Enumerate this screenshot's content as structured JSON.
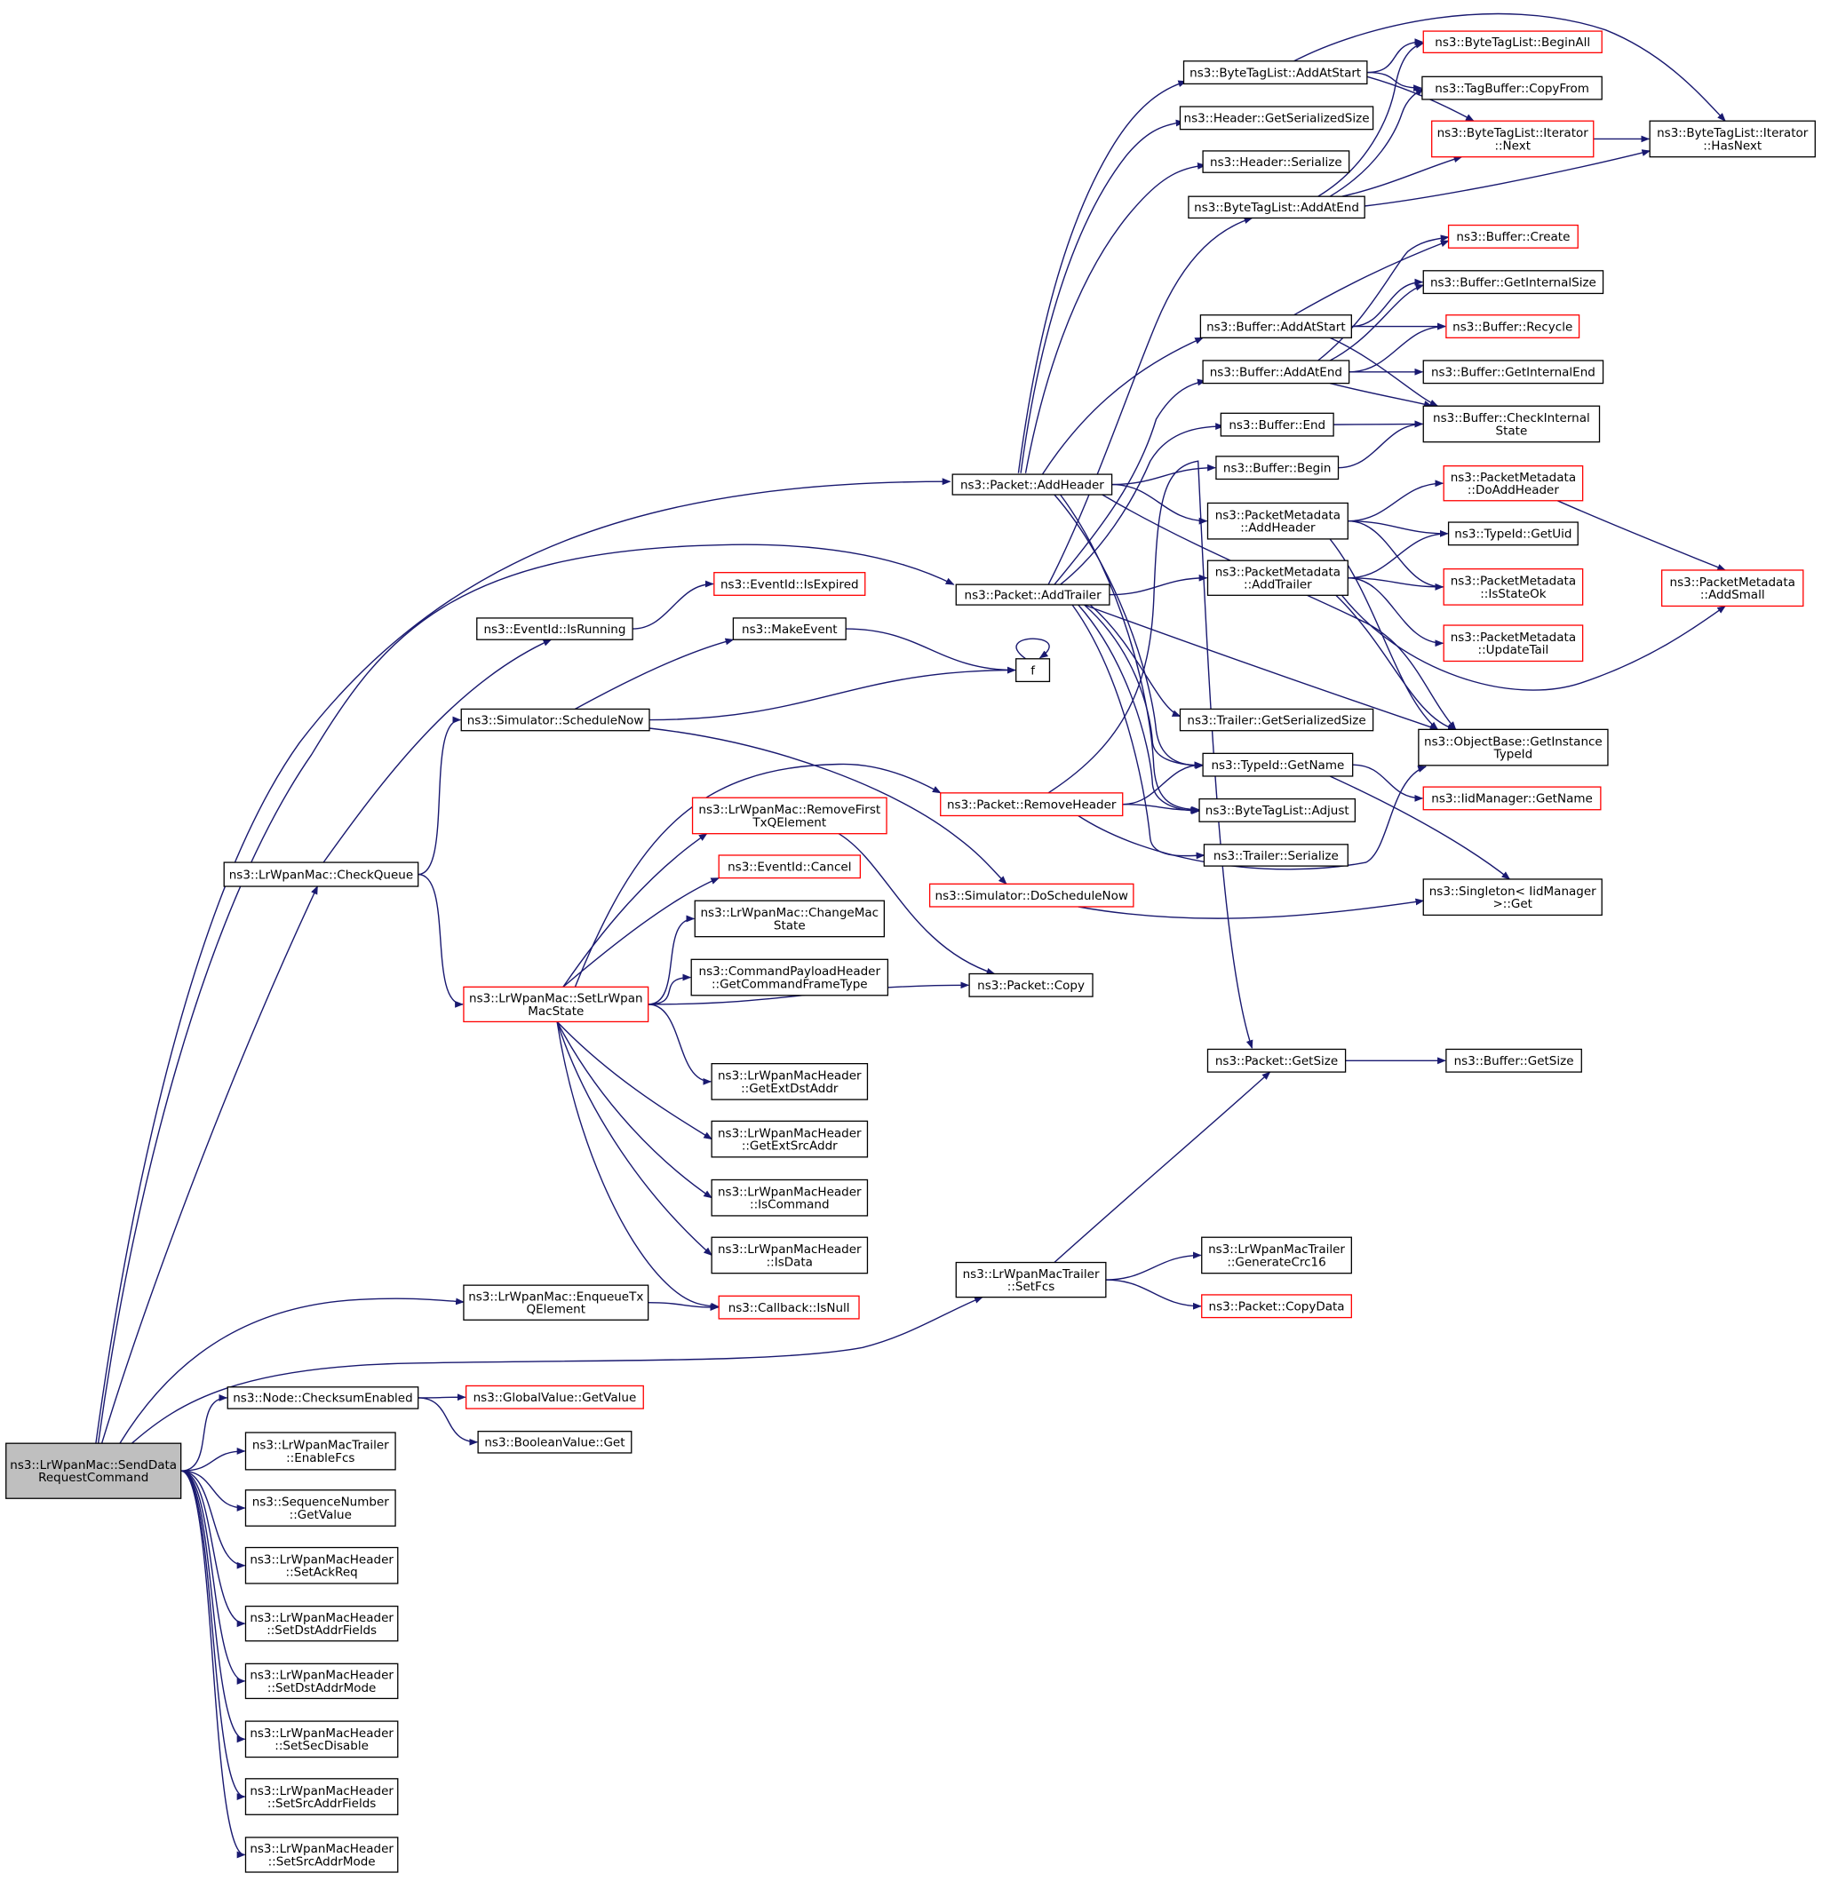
{
  "colors": {
    "edge": "#191970",
    "border_normal": "#000000",
    "border_truncated": "#ff0000",
    "root_fill": "#bfbfbf",
    "node_fill": "#ffffff"
  },
  "nodes": [
    {
      "id": "root",
      "lines": [
        "ns3::LrWpanMac::SendData",
        "RequestCommand"
      ],
      "kind": "root"
    },
    {
      "id": "add_header",
      "lines": [
        "ns3::Packet::AddHeader"
      ],
      "kind": "normal"
    },
    {
      "id": "add_trailer",
      "lines": [
        "ns3::Packet::AddTrailer"
      ],
      "kind": "normal"
    },
    {
      "id": "check_queue",
      "lines": [
        "ns3::LrWpanMac::CheckQueue"
      ],
      "kind": "normal"
    },
    {
      "id": "enqueue",
      "lines": [
        "ns3::LrWpanMac::EnqueueTx",
        "QElement"
      ],
      "kind": "normal"
    },
    {
      "id": "set_fcs",
      "lines": [
        "ns3::LrWpanMacTrailer",
        "::SetFcs"
      ],
      "kind": "normal"
    },
    {
      "id": "checksum",
      "lines": [
        "ns3::Node::ChecksumEnabled"
      ],
      "kind": "normal"
    },
    {
      "id": "enable_fcs",
      "lines": [
        "ns3::LrWpanMacTrailer",
        "::EnableFcs"
      ],
      "kind": "normal"
    },
    {
      "id": "seq_getvalue",
      "lines": [
        "ns3::SequenceNumber",
        "::GetValue"
      ],
      "kind": "normal"
    },
    {
      "id": "set_ackreq",
      "lines": [
        "ns3::LrWpanMacHeader",
        "::SetAckReq"
      ],
      "kind": "normal"
    },
    {
      "id": "set_dstaddrfields",
      "lines": [
        "ns3::LrWpanMacHeader",
        "::SetDstAddrFields"
      ],
      "kind": "normal"
    },
    {
      "id": "set_dstaddrmode",
      "lines": [
        "ns3::LrWpanMacHeader",
        "::SetDstAddrMode"
      ],
      "kind": "normal"
    },
    {
      "id": "set_secdisable",
      "lines": [
        "ns3::LrWpanMacHeader",
        "::SetSecDisable"
      ],
      "kind": "normal"
    },
    {
      "id": "set_srcaddrfields",
      "lines": [
        "ns3::LrWpanMacHeader",
        "::SetSrcAddrFields"
      ],
      "kind": "normal"
    },
    {
      "id": "set_srcaddrmode",
      "lines": [
        "ns3::LrWpanMacHeader",
        "::SetSrcAddrMode"
      ],
      "kind": "normal"
    },
    {
      "id": "global_getvalue",
      "lines": [
        "ns3::GlobalValue::GetValue"
      ],
      "kind": "truncated"
    },
    {
      "id": "boolean_get",
      "lines": [
        "ns3::BooleanValue::Get"
      ],
      "kind": "normal"
    },
    {
      "id": "callback_isnull",
      "lines": [
        "ns3::Callback::IsNull"
      ],
      "kind": "truncated"
    },
    {
      "id": "eventid_isrunning",
      "lines": [
        "ns3::EventId::IsRunning"
      ],
      "kind": "normal"
    },
    {
      "id": "eventid_isexpired",
      "lines": [
        "ns3::EventId::IsExpired"
      ],
      "kind": "truncated"
    },
    {
      "id": "schedule_now",
      "lines": [
        "ns3::Simulator::ScheduleNow"
      ],
      "kind": "normal"
    },
    {
      "id": "make_event",
      "lines": [
        "ns3::MakeEvent"
      ],
      "kind": "normal"
    },
    {
      "id": "f",
      "lines": [
        "f"
      ],
      "kind": "normal"
    },
    {
      "id": "do_schedule_now",
      "lines": [
        "ns3::Simulator::DoScheduleNow"
      ],
      "kind": "truncated"
    },
    {
      "id": "set_state",
      "lines": [
        "ns3::LrWpanMac::SetLrWpan",
        "MacState"
      ],
      "kind": "truncated"
    },
    {
      "id": "remove_first",
      "lines": [
        "ns3::LrWpanMac::RemoveFirst",
        "TxQElement"
      ],
      "kind": "truncated"
    },
    {
      "id": "eventid_cancel",
      "lines": [
        "ns3::EventId::Cancel"
      ],
      "kind": "truncated"
    },
    {
      "id": "change_mac_state",
      "lines": [
        "ns3::LrWpanMac::ChangeMac",
        "State"
      ],
      "kind": "normal"
    },
    {
      "id": "cmd_frame_type",
      "lines": [
        "ns3::CommandPayloadHeader",
        "::GetCommandFrameType"
      ],
      "kind": "normal"
    },
    {
      "id": "get_ext_dst",
      "lines": [
        "ns3::LrWpanMacHeader",
        "::GetExtDstAddr"
      ],
      "kind": "normal"
    },
    {
      "id": "get_ext_src",
      "lines": [
        "ns3::LrWpanMacHeader",
        "::GetExtSrcAddr"
      ],
      "kind": "normal"
    },
    {
      "id": "is_command",
      "lines": [
        "ns3::LrWpanMacHeader",
        "::IsCommand"
      ],
      "kind": "normal"
    },
    {
      "id": "is_data",
      "lines": [
        "ns3::LrWpanMacHeader",
        "::IsData"
      ],
      "kind": "normal"
    },
    {
      "id": "remove_header",
      "lines": [
        "ns3::Packet::RemoveHeader"
      ],
      "kind": "truncated"
    },
    {
      "id": "packet_copy",
      "lines": [
        "ns3::Packet::Copy"
      ],
      "kind": "normal"
    },
    {
      "id": "packet_getsize",
      "lines": [
        "ns3::Packet::GetSize"
      ],
      "kind": "normal"
    },
    {
      "id": "buffer_getsize",
      "lines": [
        "ns3::Buffer::GetSize"
      ],
      "kind": "normal"
    },
    {
      "id": "gen_crc16",
      "lines": [
        "ns3::LrWpanMacTrailer",
        "::GenerateCrc16"
      ],
      "kind": "normal"
    },
    {
      "id": "copy_data",
      "lines": [
        "ns3::Packet::CopyData"
      ],
      "kind": "truncated"
    },
    {
      "id": "btl_addatstart",
      "lines": [
        "ns3::ByteTagList::AddAtStart"
      ],
      "kind": "normal"
    },
    {
      "id": "header_getsersize",
      "lines": [
        "ns3::Header::GetSerializedSize"
      ],
      "kind": "normal"
    },
    {
      "id": "header_serialize",
      "lines": [
        "ns3::Header::Serialize"
      ],
      "kind": "normal"
    },
    {
      "id": "btl_addatend",
      "lines": [
        "ns3::ByteTagList::AddAtEnd"
      ],
      "kind": "normal"
    },
    {
      "id": "btl_beginall",
      "lines": [
        "ns3::ByteTagList::BeginAll"
      ],
      "kind": "truncated"
    },
    {
      "id": "tagbuffer_copyfrom",
      "lines": [
        "ns3::TagBuffer::CopyFrom"
      ],
      "kind": "normal"
    },
    {
      "id": "btl_iter_next",
      "lines": [
        "ns3::ByteTagList::Iterator",
        "::Next"
      ],
      "kind": "truncated"
    },
    {
      "id": "btl_iter_hasnext",
      "lines": [
        "ns3::ByteTagList::Iterator",
        "::HasNext"
      ],
      "kind": "normal"
    },
    {
      "id": "buffer_create",
      "lines": [
        "ns3::Buffer::Create"
      ],
      "kind": "truncated"
    },
    {
      "id": "buffer_getinternalsize",
      "lines": [
        "ns3::Buffer::GetInternalSize"
      ],
      "kind": "normal"
    },
    {
      "id": "buffer_addatstart",
      "lines": [
        "ns3::Buffer::AddAtStart"
      ],
      "kind": "normal"
    },
    {
      "id": "buffer_recycle",
      "lines": [
        "ns3::Buffer::Recycle"
      ],
      "kind": "truncated"
    },
    {
      "id": "buffer_addatend",
      "lines": [
        "ns3::Buffer::AddAtEnd"
      ],
      "kind": "normal"
    },
    {
      "id": "buffer_getinternalend",
      "lines": [
        "ns3::Buffer::GetInternalEnd"
      ],
      "kind": "normal"
    },
    {
      "id": "buffer_end",
      "lines": [
        "ns3::Buffer::End"
      ],
      "kind": "normal"
    },
    {
      "id": "buffer_checkinternal",
      "lines": [
        "ns3::Buffer::CheckInternal",
        "State"
      ],
      "kind": "normal"
    },
    {
      "id": "buffer_begin",
      "lines": [
        "ns3::Buffer::Begin"
      ],
      "kind": "normal"
    },
    {
      "id": "pm_addheader",
      "lines": [
        "ns3::PacketMetadata",
        "::AddHeader"
      ],
      "kind": "normal"
    },
    {
      "id": "pm_doaddheader",
      "lines": [
        "ns3::PacketMetadata",
        "::DoAddHeader"
      ],
      "kind": "truncated"
    },
    {
      "id": "typeid_getuid",
      "lines": [
        "ns3::TypeId::GetUid"
      ],
      "kind": "normal"
    },
    {
      "id": "pm_addtrailer",
      "lines": [
        "ns3::PacketMetadata",
        "::AddTrailer"
      ],
      "kind": "normal"
    },
    {
      "id": "pm_isstateok",
      "lines": [
        "ns3::PacketMetadata",
        "::IsStateOk"
      ],
      "kind": "truncated"
    },
    {
      "id": "pm_updatetail",
      "lines": [
        "ns3::PacketMetadata",
        "::UpdateTail"
      ],
      "kind": "truncated"
    },
    {
      "id": "pm_addsmall",
      "lines": [
        "ns3::PacketMetadata",
        "::AddSmall"
      ],
      "kind": "truncated"
    },
    {
      "id": "trailer_getsersize",
      "lines": [
        "ns3::Trailer::GetSerializedSize"
      ],
      "kind": "normal"
    },
    {
      "id": "objectbase_getinstance",
      "lines": [
        "ns3::ObjectBase::GetInstance",
        "TypeId"
      ],
      "kind": "normal"
    },
    {
      "id": "typeid_getname",
      "lines": [
        "ns3::TypeId::GetName"
      ],
      "kind": "normal"
    },
    {
      "id": "iidmanager_getname",
      "lines": [
        "ns3::IidManager::GetName"
      ],
      "kind": "truncated"
    },
    {
      "id": "btl_adjust",
      "lines": [
        "ns3::ByteTagList::Adjust"
      ],
      "kind": "normal"
    },
    {
      "id": "trailer_serialize",
      "lines": [
        "ns3::Trailer::Serialize"
      ],
      "kind": "normal"
    },
    {
      "id": "singleton_get",
      "lines": [
        "ns3::Singleton< IidManager",
        ">::Get"
      ],
      "kind": "normal"
    }
  ],
  "edges": [
    [
      "root",
      "add_header"
    ],
    [
      "root",
      "add_trailer"
    ],
    [
      "root",
      "check_queue"
    ],
    [
      "root",
      "enqueue"
    ],
    [
      "root",
      "set_fcs"
    ],
    [
      "root",
      "checksum"
    ],
    [
      "root",
      "enable_fcs"
    ],
    [
      "root",
      "seq_getvalue"
    ],
    [
      "root",
      "set_ackreq"
    ],
    [
      "root",
      "set_dstaddrfields"
    ],
    [
      "root",
      "set_dstaddrmode"
    ],
    [
      "root",
      "set_secdisable"
    ],
    [
      "root",
      "set_srcaddrfields"
    ],
    [
      "root",
      "set_srcaddrmode"
    ],
    [
      "checksum",
      "global_getvalue"
    ],
    [
      "checksum",
      "boolean_get"
    ],
    [
      "enqueue",
      "callback_isnull"
    ],
    [
      "check_queue",
      "eventid_isrunning"
    ],
    [
      "check_queue",
      "schedule_now"
    ],
    [
      "check_queue",
      "set_state"
    ],
    [
      "eventid_isrunning",
      "eventid_isexpired"
    ],
    [
      "schedule_now",
      "make_event"
    ],
    [
      "schedule_now",
      "f"
    ],
    [
      "schedule_now",
      "do_schedule_now"
    ],
    [
      "make_event",
      "f"
    ],
    [
      "f",
      "f"
    ],
    [
      "set_state",
      "remove_first"
    ],
    [
      "set_state",
      "eventid_cancel"
    ],
    [
      "set_state",
      "change_mac_state"
    ],
    [
      "set_state",
      "cmd_frame_type"
    ],
    [
      "set_state",
      "packet_copy"
    ],
    [
      "set_state",
      "get_ext_dst"
    ],
    [
      "set_state",
      "get_ext_src"
    ],
    [
      "set_state",
      "is_command"
    ],
    [
      "set_state",
      "is_data"
    ],
    [
      "set_state",
      "callback_isnull"
    ],
    [
      "set_state",
      "remove_header"
    ],
    [
      "remove_first",
      "packet_copy"
    ],
    [
      "remove_header",
      "typeid_getname"
    ],
    [
      "remove_header",
      "btl_adjust"
    ],
    [
      "remove_header",
      "objectbase_getinstance"
    ],
    [
      "remove_header",
      "packet_getsize"
    ],
    [
      "set_fcs",
      "packet_getsize"
    ],
    [
      "set_fcs",
      "gen_crc16"
    ],
    [
      "set_fcs",
      "copy_data"
    ],
    [
      "packet_getsize",
      "buffer_getsize"
    ],
    [
      "add_header",
      "btl_addatstart"
    ],
    [
      "add_header",
      "header_getsersize"
    ],
    [
      "add_header",
      "header_serialize"
    ],
    [
      "add_header",
      "buffer_addatstart"
    ],
    [
      "add_header",
      "buffer_begin"
    ],
    [
      "add_header",
      "pm_addheader"
    ],
    [
      "add_header",
      "objectbase_getinstance"
    ],
    [
      "add_header",
      "typeid_getname"
    ],
    [
      "add_header",
      "btl_adjust"
    ],
    [
      "add_trailer",
      "btl_addatend"
    ],
    [
      "add_trailer",
      "buffer_addatend"
    ],
    [
      "add_trailer",
      "buffer_end"
    ],
    [
      "add_trailer",
      "pm_addtrailer"
    ],
    [
      "add_trailer",
      "trailer_getsersize"
    ],
    [
      "add_trailer",
      "objectbase_getinstance"
    ],
    [
      "add_trailer",
      "typeid_getname"
    ],
    [
      "add_trailer",
      "btl_adjust"
    ],
    [
      "add_trailer",
      "trailer_serialize"
    ],
    [
      "btl_addatstart",
      "btl_beginall"
    ],
    [
      "btl_addatstart",
      "tagbuffer_copyfrom"
    ],
    [
      "btl_addatstart",
      "btl_iter_next"
    ],
    [
      "btl_addatstart",
      "btl_iter_hasnext"
    ],
    [
      "btl_addatend",
      "btl_beginall"
    ],
    [
      "btl_addatend",
      "tagbuffer_copyfrom"
    ],
    [
      "btl_addatend",
      "btl_iter_next"
    ],
    [
      "btl_addatend",
      "btl_iter_hasnext"
    ],
    [
      "btl_iter_next",
      "btl_iter_hasnext"
    ],
    [
      "buffer_addatstart",
      "buffer_create"
    ],
    [
      "buffer_addatstart",
      "buffer_getinternalsize"
    ],
    [
      "buffer_addatstart",
      "buffer_recycle"
    ],
    [
      "buffer_addatstart",
      "buffer_checkinternal"
    ],
    [
      "buffer_addatend",
      "buffer_create"
    ],
    [
      "buffer_addatend",
      "buffer_getinternalsize"
    ],
    [
      "buffer_addatend",
      "buffer_recycle"
    ],
    [
      "buffer_addatend",
      "buffer_getinternalend"
    ],
    [
      "buffer_addatend",
      "buffer_checkinternal"
    ],
    [
      "buffer_end",
      "buffer_checkinternal"
    ],
    [
      "buffer_begin",
      "buffer_checkinternal"
    ],
    [
      "pm_addheader",
      "pm_doaddheader"
    ],
    [
      "pm_addheader",
      "typeid_getuid"
    ],
    [
      "pm_addheader",
      "pm_isstateok"
    ],
    [
      "pm_addheader",
      "objectbase_getinstance"
    ],
    [
      "pm_doaddheader",
      "pm_addsmall"
    ],
    [
      "pm_addtrailer",
      "typeid_getuid"
    ],
    [
      "pm_addtrailer",
      "pm_isstateok"
    ],
    [
      "pm_addtrailer",
      "pm_updatetail"
    ],
    [
      "pm_addtrailer",
      "pm_addsmall"
    ],
    [
      "pm_addtrailer",
      "objectbase_getinstance"
    ],
    [
      "typeid_getname",
      "iidmanager_getname"
    ],
    [
      "typeid_getname",
      "singleton_get"
    ],
    [
      "do_schedule_now",
      "singleton_get"
    ]
  ]
}
